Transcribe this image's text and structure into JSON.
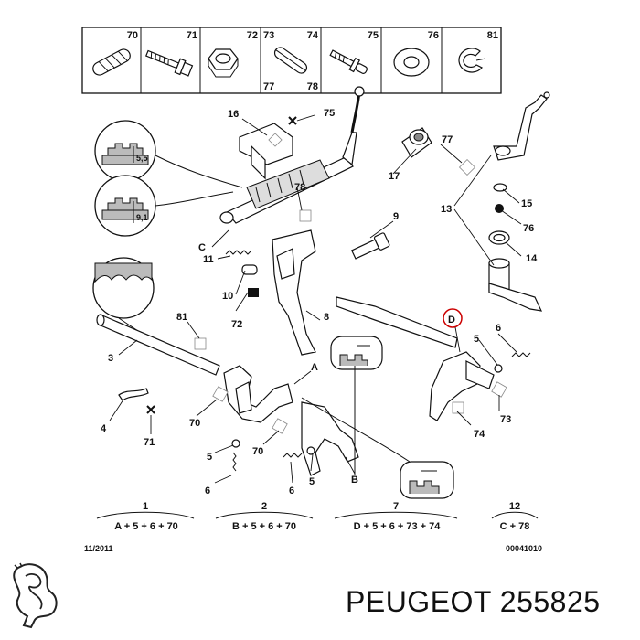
{
  "legend": {
    "cells": [
      {
        "num": "70",
        "icon": "knurled-pin-icon"
      },
      {
        "num": "71",
        "icon": "bolt-icon"
      },
      {
        "num": "72",
        "icon": "hex-nut-icon"
      },
      {
        "num": "73",
        "icon": "roll-pin-icon",
        "num_bottom": "77"
      },
      {
        "num": "74",
        "icon": "roll-pin-icon",
        "num_bottom": "78"
      },
      {
        "num": "75",
        "icon": "stud-icon"
      },
      {
        "num": "76",
        "icon": "washer-icon"
      },
      {
        "num": "81",
        "icon": "circlip-icon"
      }
    ]
  },
  "labels": {
    "l16": "16",
    "l75": "75",
    "l77": "77",
    "l17": "17",
    "l78": "78",
    "l15": "15",
    "l13": "13",
    "l76": "76",
    "l9": "9",
    "l14": "14",
    "lC": "C",
    "l11": "11",
    "l10": "10",
    "l72": "72",
    "l81": "81",
    "l8": "8",
    "l3": "3",
    "lD": "D",
    "l6a": "6",
    "l5a": "5",
    "lA": "A",
    "l4": "4",
    "l70a": "70",
    "l71": "71",
    "l73": "73",
    "l74": "74",
    "l5b": "5",
    "l70b": "70",
    "l6b": "6",
    "l5c": "5",
    "l6c": "6",
    "lB": "B",
    "dim1": "5,5",
    "dim2": "9,1"
  },
  "kits": [
    {
      "number": "1",
      "formula": "A + 5 + 6 + 70"
    },
    {
      "number": "2",
      "formula": "B + 5 + 6 + 70"
    },
    {
      "number": "7",
      "formula": "D + 5 + 6 + 73 + 74"
    },
    {
      "number": "12",
      "formula": "C + 78"
    }
  ],
  "footer": {
    "date": "11/2011",
    "code": "00041010"
  },
  "brand": {
    "name": "PEUGEOT",
    "part_number": "255825"
  }
}
